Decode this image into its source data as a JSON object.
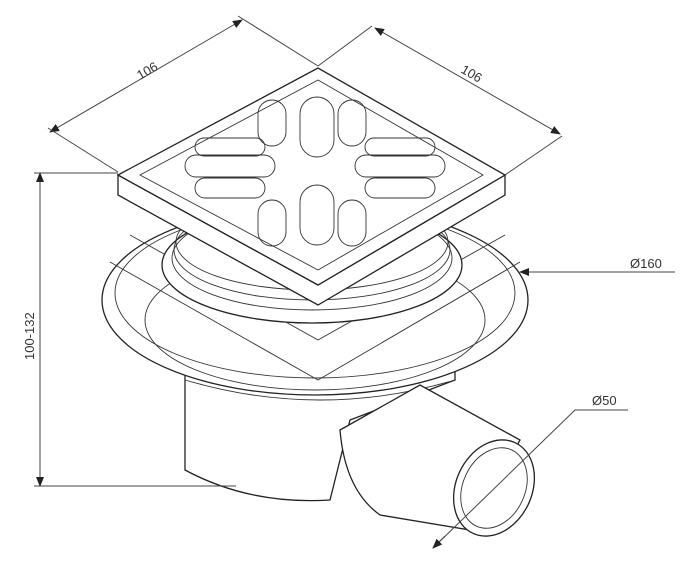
{
  "drawing": {
    "dimensions": {
      "grate_width_left": "106",
      "grate_width_right": "106",
      "height_range": "100-132",
      "flange_diameter": "Ø160",
      "outlet_diameter": "Ø50"
    }
  }
}
